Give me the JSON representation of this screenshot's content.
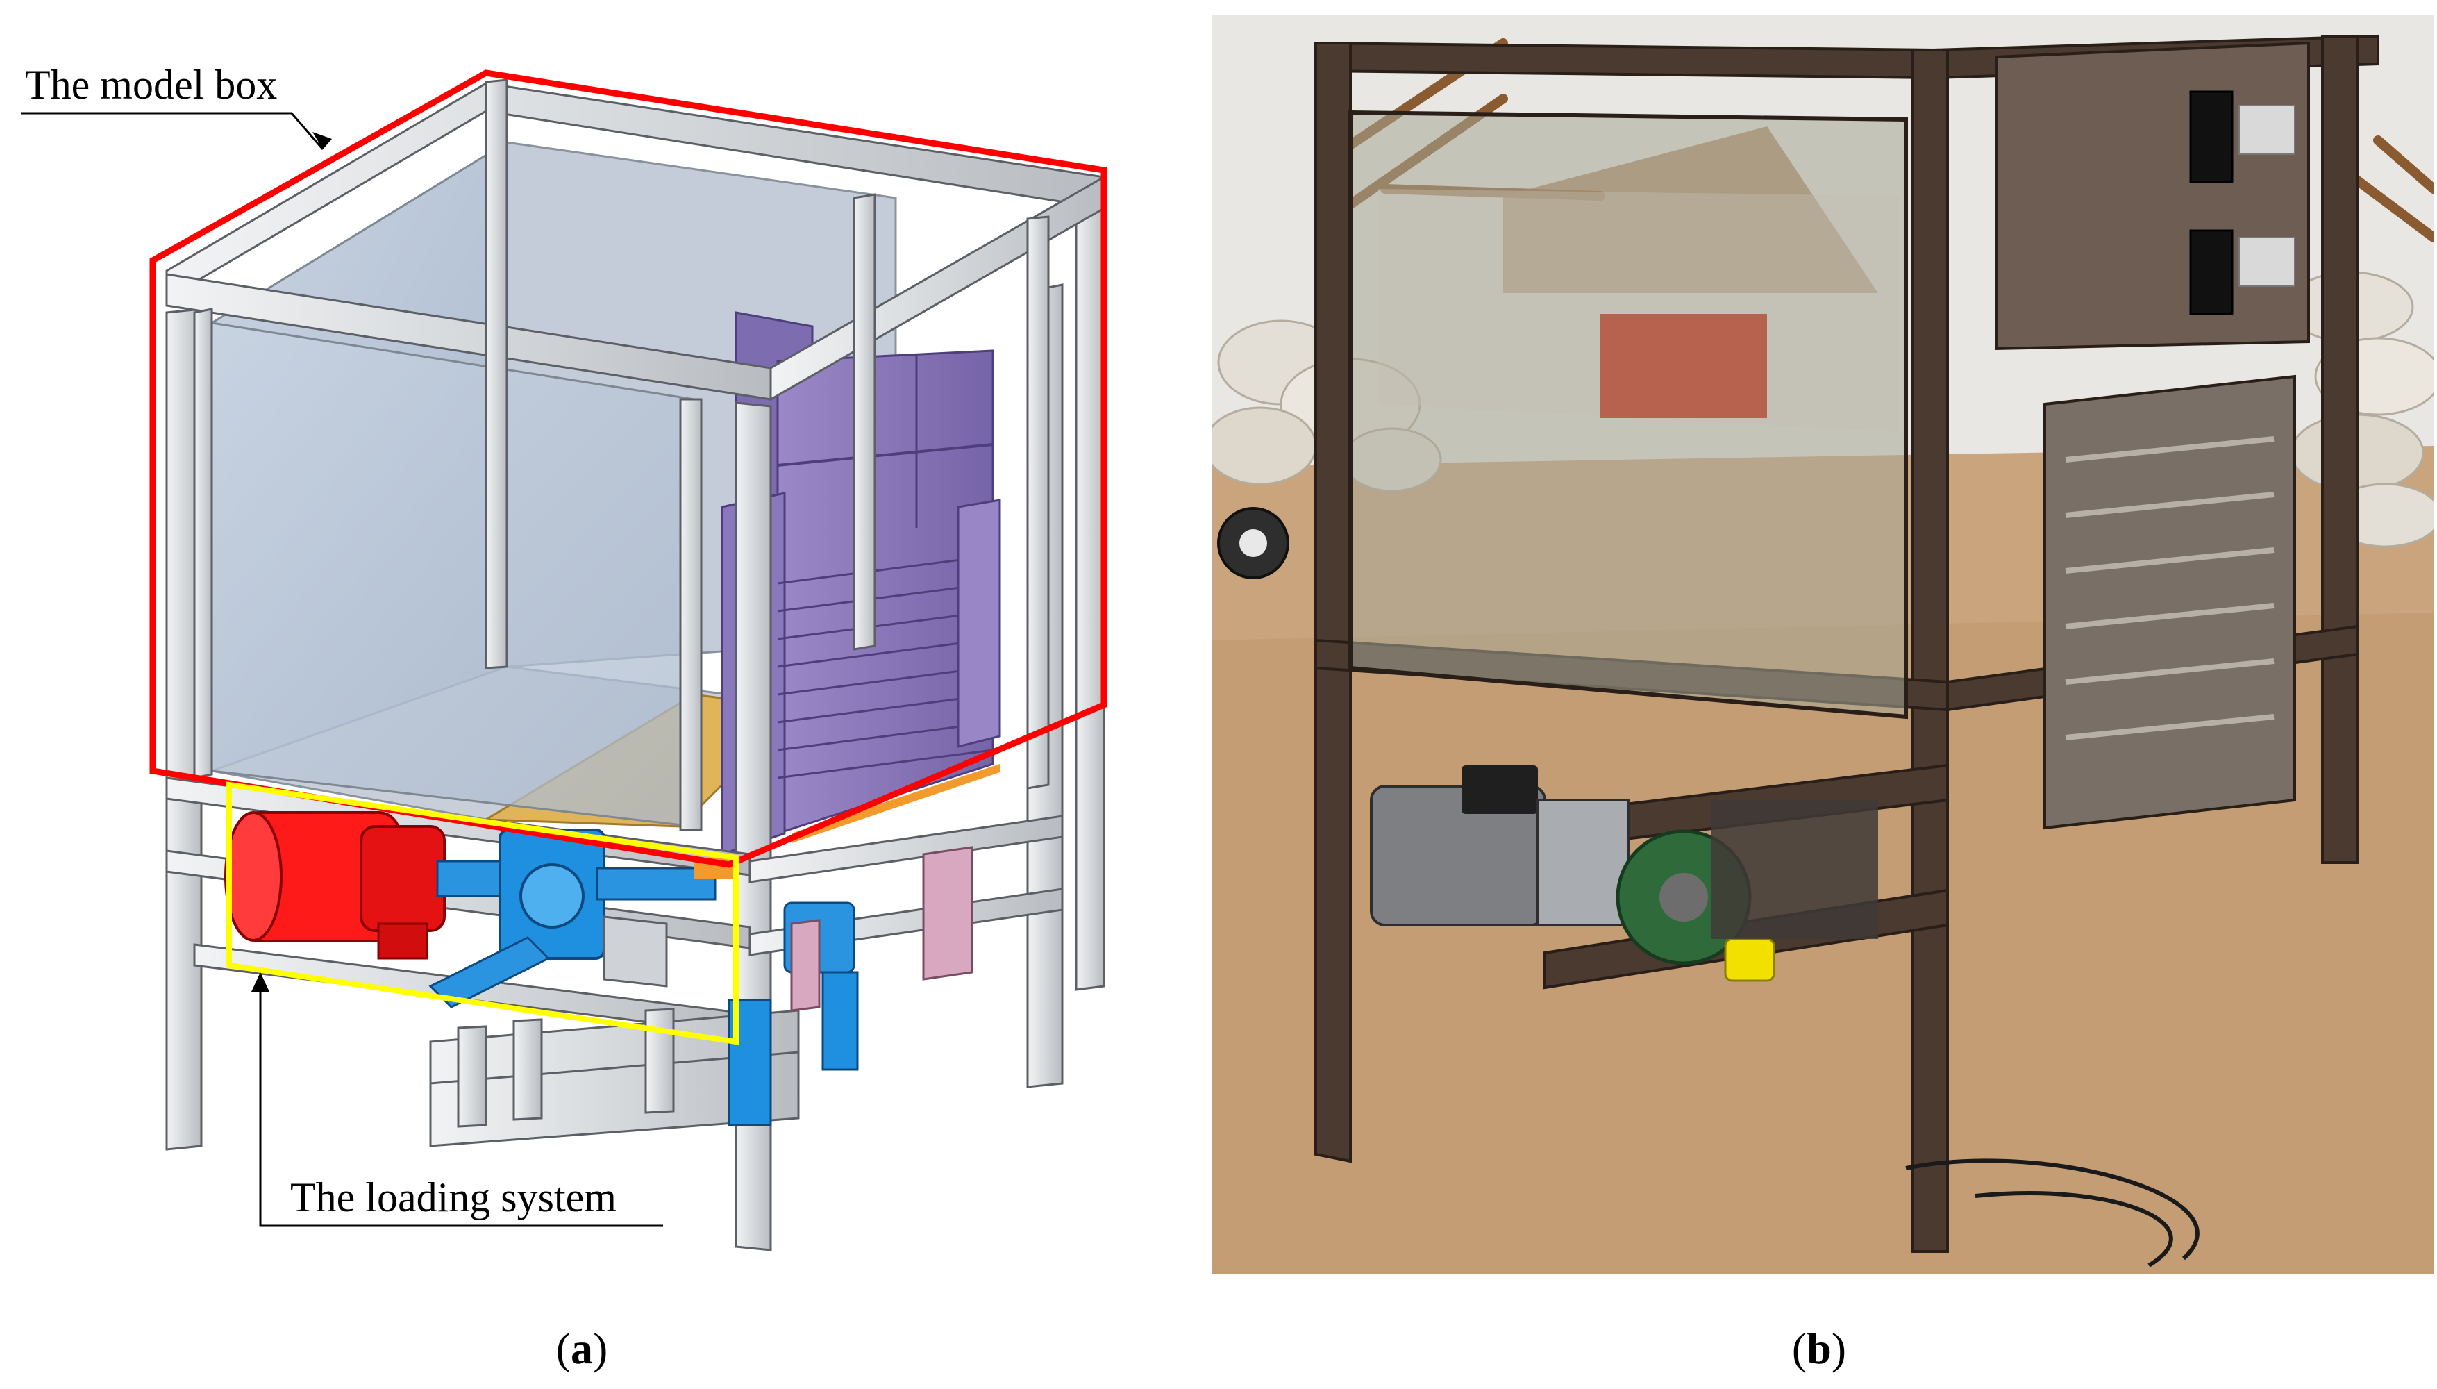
{
  "panel_a": {
    "callouts": {
      "model_box": "The model box",
      "loading_system": "The loading system"
    },
    "caption": {
      "open": "(",
      "letter": "a",
      "close": ")"
    },
    "colors": {
      "model_box_outline": "#ff0000",
      "loading_system_outline": "#ffff00",
      "frame": "#d7dadc",
      "glass": "#b9c6d6",
      "retaining_wall": "#8a78b8",
      "motor": "#ff1a1a",
      "gear_shaft": "#1f8fe0",
      "sand_floor": "#e0b458",
      "bracket": "#d8a8c0"
    }
  },
  "panel_b": {
    "caption": {
      "open": "(",
      "letter": "b",
      "close": ")"
    },
    "colors": {
      "steel_frame": "#4a3a30",
      "floor": "#c9a47c",
      "wall": "#e8e6e2",
      "control_box": "#6d5d52",
      "gear_green": "#2f6b3a"
    }
  }
}
